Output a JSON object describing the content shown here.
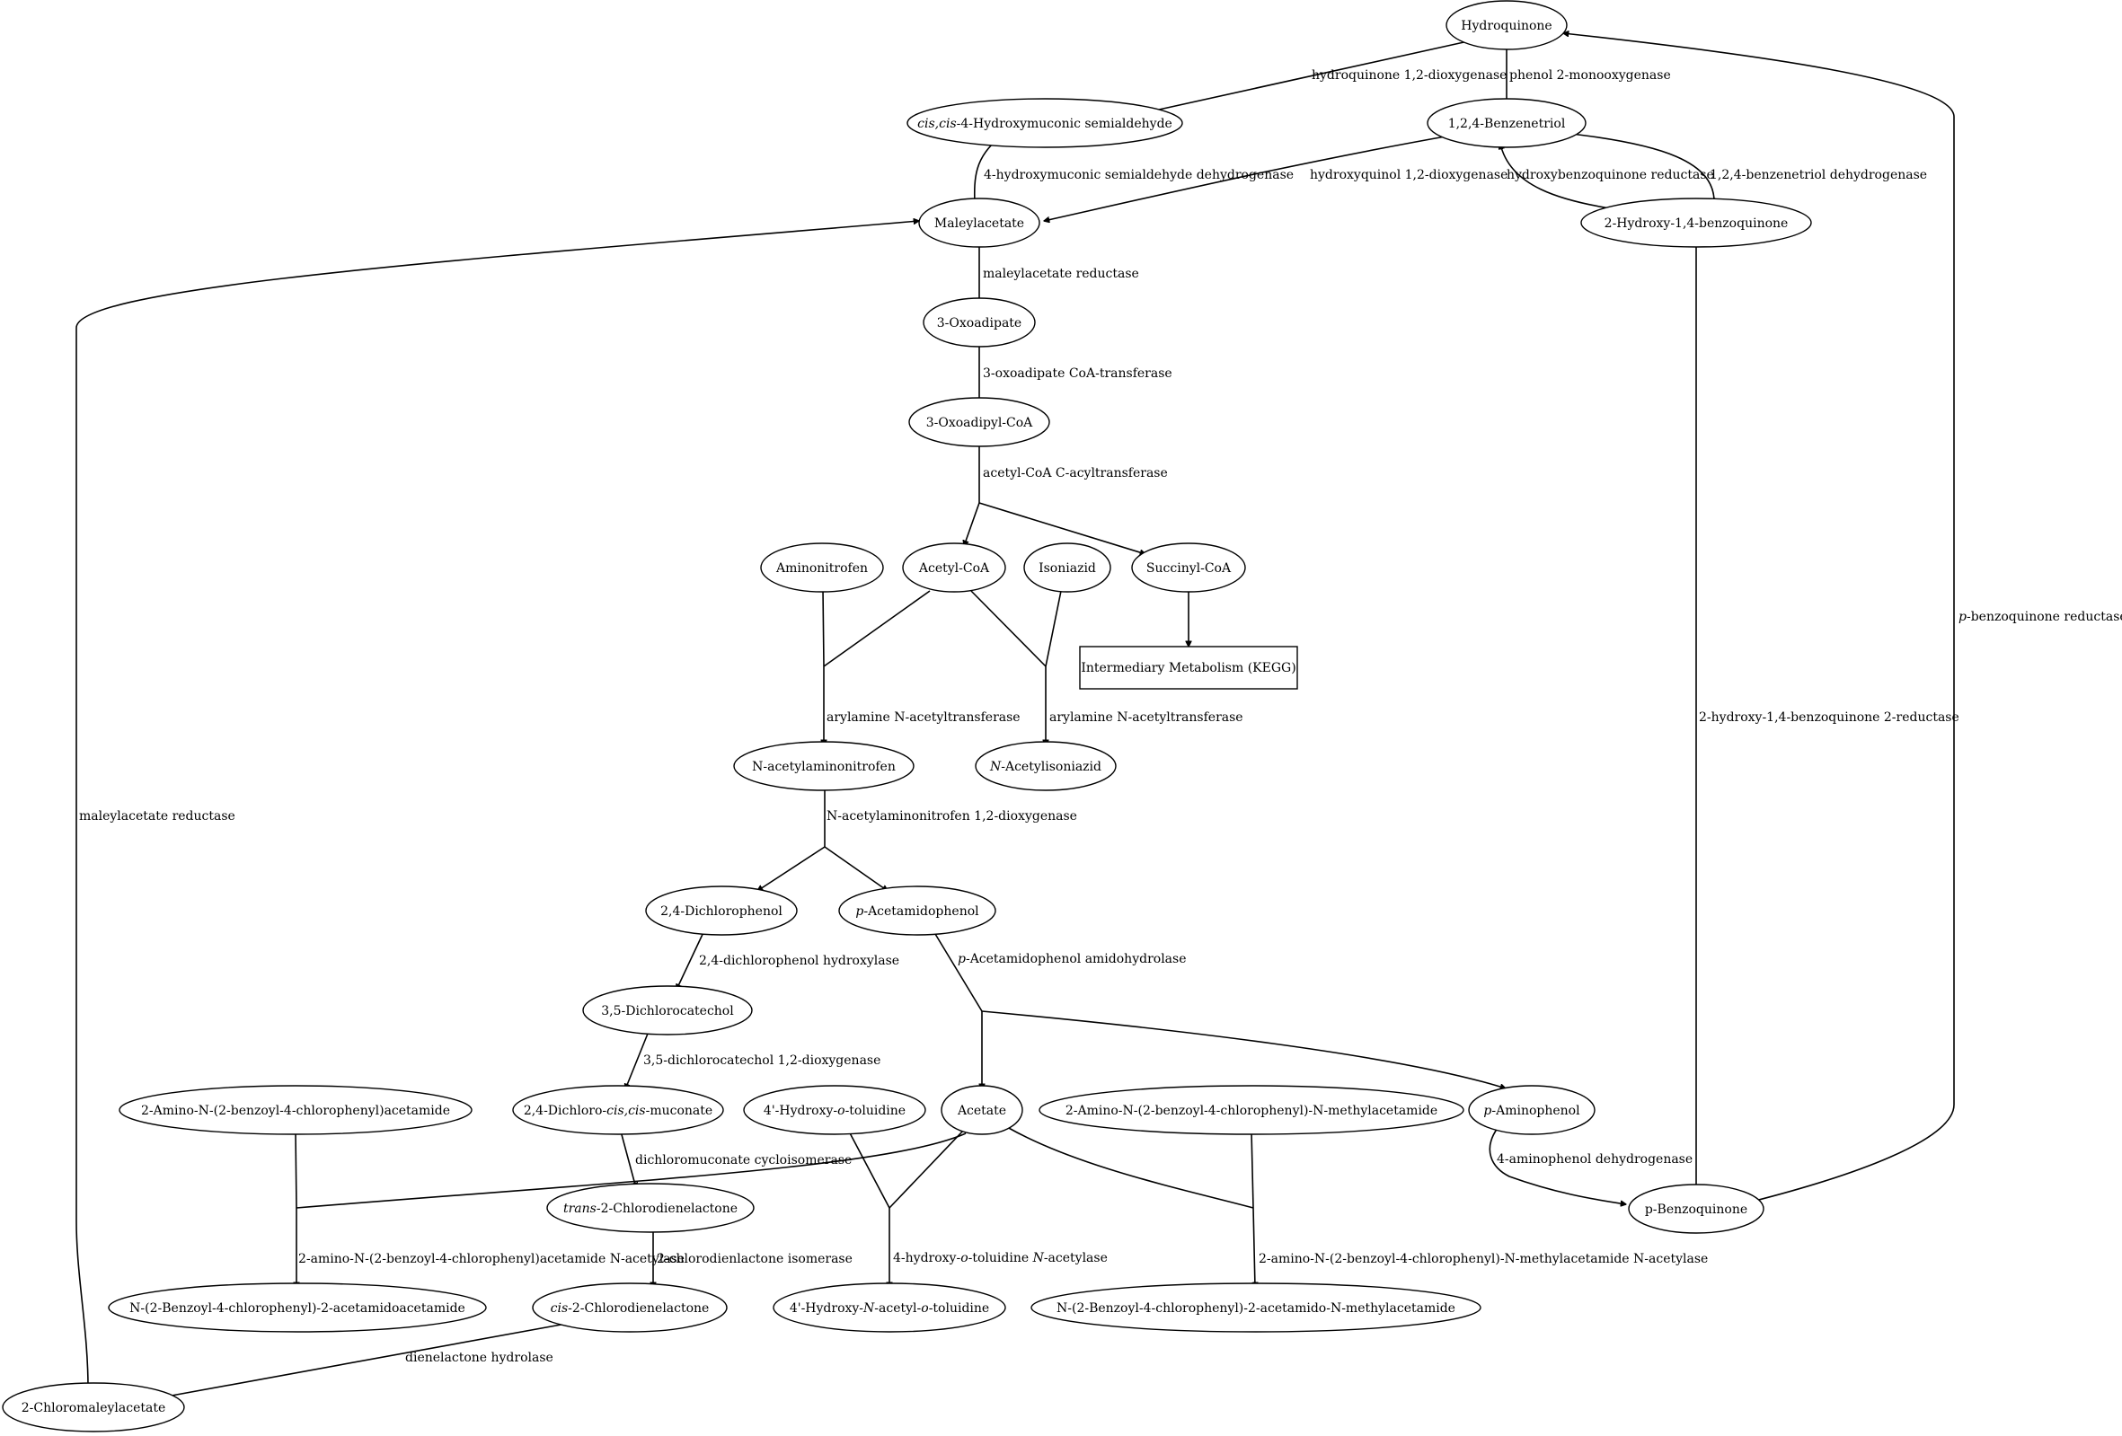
{
  "nodes": {
    "hydroquinone": [
      {
        "t": "Hydroquinone"
      }
    ],
    "cis_cis_hydroxymuconic": [
      {
        "t": "cis,cis",
        "i": true
      },
      {
        "t": "-4-Hydroxymuconic semialdehyde"
      }
    ],
    "benzenetriol": [
      {
        "t": "1,2,4-Benzenetriol"
      }
    ],
    "maleylacetate": [
      {
        "t": "Maleylacetate"
      }
    ],
    "hydroxy_benzoquinone": [
      {
        "t": "2-Hydroxy-1,4-benzoquinone"
      }
    ],
    "oxoadipate": [
      {
        "t": "3-Oxoadipate"
      }
    ],
    "oxoadipyl_coa": [
      {
        "t": "3-Oxoadipyl-CoA"
      }
    ],
    "aminonitrofen": [
      {
        "t": "Aminonitrofen"
      }
    ],
    "acetyl_coa": [
      {
        "t": "Acetyl-CoA"
      }
    ],
    "isoniazid": [
      {
        "t": "Isoniazid"
      }
    ],
    "succinyl_coa": [
      {
        "t": "Succinyl-CoA"
      }
    ],
    "intermediary_metabolism": [
      {
        "t": "Intermediary Metabolism (KEGG)"
      }
    ],
    "n_acetylaminonitrofen": [
      {
        "t": "N-acetylaminonitrofen"
      }
    ],
    "n_acetylisoniazid": [
      {
        "t": "N",
        "i": true
      },
      {
        "t": "-Acetylisoniazid"
      }
    ],
    "dichlorophenol": [
      {
        "t": "2,4-Dichlorophenol"
      }
    ],
    "p_acetamidophenol": [
      {
        "t": "p",
        "i": true
      },
      {
        "t": "-Acetamidophenol"
      }
    ],
    "dichlorocatechol": [
      {
        "t": "3,5-Dichlorocatechol"
      }
    ],
    "amino_benzoyl_acetamide": [
      {
        "t": "2-Amino-N-(2-benzoyl-4-chlorophenyl)acetamide"
      }
    ],
    "dichloro_muconate": [
      {
        "t": "2,4-Dichloro-"
      },
      {
        "t": "cis,cis",
        "i": true
      },
      {
        "t": "-muconate"
      }
    ],
    "hydroxy_o_toluidine": [
      {
        "t": "4'-Hydroxy-"
      },
      {
        "t": "o",
        "i": true
      },
      {
        "t": "-toluidine"
      }
    ],
    "acetate": [
      {
        "t": "Acetate"
      }
    ],
    "amino_benzoyl_methylacetamide": [
      {
        "t": "2-Amino-N-(2-benzoyl-4-chlorophenyl)-N-methylacetamide"
      }
    ],
    "p_aminophenol": [
      {
        "t": "p",
        "i": true
      },
      {
        "t": "-Aminophenol"
      }
    ],
    "trans_chlorodienelactone": [
      {
        "t": "trans",
        "i": true
      },
      {
        "t": "-2-Chlorodienelactone"
      }
    ],
    "p_benzoquinone": [
      {
        "t": "p-Benzoquinone"
      }
    ],
    "benzoyl_acetamidoacetamide": [
      {
        "t": "N-(2-Benzoyl-4-chlorophenyl)-2-acetamidoacetamide"
      }
    ],
    "cis_chlorodienelactone": [
      {
        "t": "cis",
        "i": true
      },
      {
        "t": "-2-Chlorodienelactone"
      }
    ],
    "hydroxy_n_acetyl_toluidine": [
      {
        "t": "4'-Hydroxy-"
      },
      {
        "t": "N",
        "i": true
      },
      {
        "t": "-acetyl-"
      },
      {
        "t": "o",
        "i": true
      },
      {
        "t": "-toluidine"
      }
    ],
    "benzoyl_acetamido_methylacetamide": [
      {
        "t": "N-(2-Benzoyl-4-chlorophenyl)-2-acetamido-N-methylacetamide"
      }
    ],
    "chloromaleylacetate": [
      {
        "t": "2-Chloromaleylacetate"
      }
    ]
  },
  "edge_labels": {
    "hydroquinone_dioxygenase": [
      {
        "t": "hydroquinone 1,2-dioxygenase"
      }
    ],
    "phenol_monooxygenase": [
      {
        "t": "phenol 2-monooxygenase"
      }
    ],
    "hydroxymuconic_dehydrogenase": [
      {
        "t": "4-hydroxymuconic semialdehyde dehydrogenase"
      }
    ],
    "hydroxyquinol_dioxygenase": [
      {
        "t": "hydroxyquinol 1,2-dioxygenase"
      }
    ],
    "hydroxybenzoquinone_reductase": [
      {
        "t": "hydroxybenzoquinone reductase"
      }
    ],
    "benzenetriol_dehydrogenase": [
      {
        "t": "1,2,4-benzenetriol dehydrogenase"
      }
    ],
    "maleylacetate_reductase_1": [
      {
        "t": "maleylacetate reductase"
      }
    ],
    "oxoadipate_coa_transferase": [
      {
        "t": "3-oxoadipate CoA-transferase"
      }
    ],
    "acetyl_coa_acyltransferase": [
      {
        "t": "acetyl-CoA C-acyltransferase"
      }
    ],
    "p_benzoquinone_reductase": [
      {
        "t": "p",
        "i": true
      },
      {
        "t": "-benzoquinone reductase"
      }
    ],
    "hydroxy_benzoquinone_reductase_2": [
      {
        "t": "2-hydroxy-1,4-benzoquinone 2-reductase"
      }
    ],
    "arylamine_acetyltransferase_1": [
      {
        "t": "arylamine N-acetyltransferase"
      }
    ],
    "arylamine_acetyltransferase_2": [
      {
        "t": "arylamine N-acetyltransferase"
      }
    ],
    "maleylacetate_reductase_2": [
      {
        "t": "maleylacetate reductase"
      }
    ],
    "n_acetylaminonitrofen_dioxygenase": [
      {
        "t": "N-acetylaminonitrofen 1,2-dioxygenase"
      }
    ],
    "dichlorophenol_hydroxylase": [
      {
        "t": "2,4-dichlorophenol hydroxylase"
      }
    ],
    "p_acetamidophenol_amidohydrolase": [
      {
        "t": "p",
        "i": true
      },
      {
        "t": "-Acetamidophenol amidohydrolase"
      }
    ],
    "dichlorocatechol_dioxygenase": [
      {
        "t": "3,5-dichlorocatechol 1,2-dioxygenase"
      }
    ],
    "dichloromuconate_cycloisomerase": [
      {
        "t": "dichloromuconate cycloisomerase"
      }
    ],
    "aminophenol_dehydrogenase": [
      {
        "t": "4-aminophenol dehydrogenase"
      }
    ],
    "amino_acetamide_n_acetylase": [
      {
        "t": "2-amino-N-(2-benzoyl-4-chlorophenyl)acetamide N-acetylase"
      }
    ],
    "chlorodienlactone_isomerase": [
      {
        "t": "2-chlorodienlactone isomerase"
      }
    ],
    "hydroxy_toluidine_n_acetylase": [
      {
        "t": "4-hydroxy-"
      },
      {
        "t": "o",
        "i": true
      },
      {
        "t": "-toluidine "
      },
      {
        "t": "N",
        "i": true
      },
      {
        "t": "-acetylase"
      }
    ],
    "amino_methylacetamide_n_acetylase": [
      {
        "t": "2-amino-N-(2-benzoyl-4-chlorophenyl)-N-methylacetamide N-acetylase"
      }
    ],
    "dienelactone_hydrolase": [
      {
        "t": "dienelactone hydrolase"
      }
    ]
  }
}
